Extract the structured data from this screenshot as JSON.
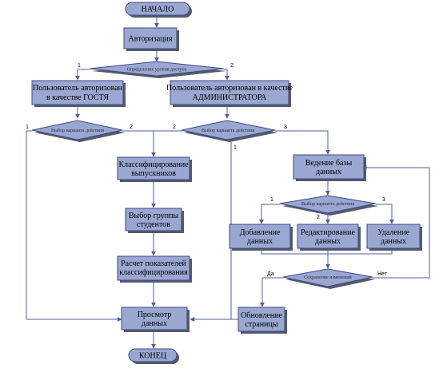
{
  "colors": {
    "box_fill": "#9aa7d1",
    "box_fill_light": "#bdc6e3",
    "box_stroke": "#3c4a86",
    "line": "#4f5f9b",
    "shadow": "#55596a"
  },
  "nodes": {
    "start": "НАЧАЛО",
    "auth": "Авторизация",
    "role_decision": "Определение уровня доступа",
    "guest": [
      "Пользователь авторизован",
      "в качестве ГОСТЯ"
    ],
    "admin": [
      "Пользователь авторизован в качестве",
      "АДМИНИСТРАТОРА"
    ],
    "guest_action": "Выбор варианта действия",
    "admin_action": "Выбор варианта действия",
    "classify": [
      "Классифицирование",
      "выпускников"
    ],
    "group": [
      "Выбор группы",
      "студентов"
    ],
    "calc": [
      "Расчет показателей",
      "классифицирования"
    ],
    "view": [
      "Просмотр",
      "данных"
    ],
    "db": [
      "Ведение базы",
      "данных"
    ],
    "db_action": "Выбор варианта действия",
    "add": [
      "Добавление",
      "данных"
    ],
    "edit": [
      "Редактирование",
      "данных"
    ],
    "delete": [
      "Удаление",
      "данных"
    ],
    "save_decision": "Сохранение изменений",
    "refresh": [
      "Обновление",
      "страницы"
    ],
    "end": "КОНЕЦ"
  },
  "branch_labels": {
    "role_1": "1",
    "role_2": "2",
    "guest_1": "1",
    "guest_2": "2",
    "admin_2": "2",
    "admin_3": "3",
    "admin_1": "1",
    "db_1": "1",
    "db_2": "2",
    "db_3": "3",
    "yes": "Да",
    "no": "Нет"
  }
}
